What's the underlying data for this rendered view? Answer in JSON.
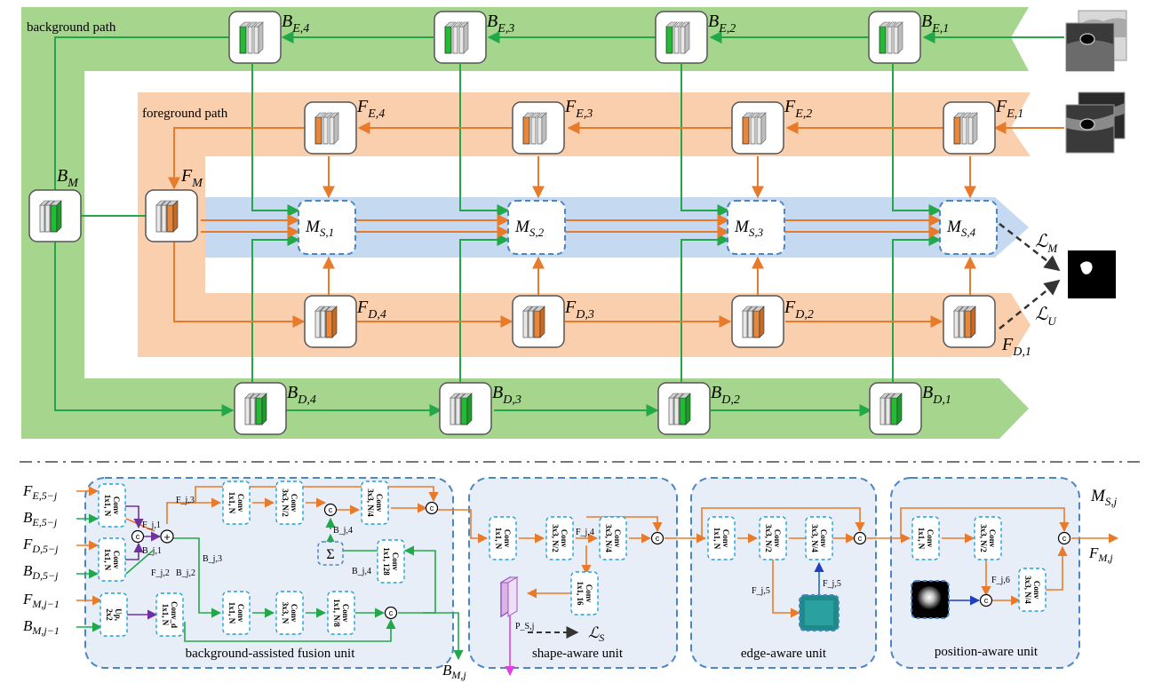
{
  "colors": {
    "green_band": "#a6d58e",
    "orange_band": "#f9cfae",
    "blue_band": "#c5d9f1",
    "green_arrow": "#22a84a",
    "orange_arrow": "#e87b2b",
    "purple_arrow": "#7030a0",
    "magenta_arrow": "#e040e0",
    "blue_arrow": "#1f3fbf",
    "dashed_border": "#4a86c8",
    "panel_fill": "#e8eef8"
  },
  "paths": {
    "background": "background path",
    "foreground": "foreground path"
  },
  "top_diagram": {
    "bg_encoders": [
      {
        "base": "B",
        "sub": "E,4"
      },
      {
        "base": "B",
        "sub": "E,3"
      },
      {
        "base": "B",
        "sub": "E,2"
      },
      {
        "base": "B",
        "sub": "E,1"
      }
    ],
    "fg_encoders": [
      {
        "base": "F",
        "sub": "E,4"
      },
      {
        "base": "F",
        "sub": "E,3"
      },
      {
        "base": "F",
        "sub": "E,2"
      },
      {
        "base": "F",
        "sub": "E,1"
      }
    ],
    "fusion": [
      {
        "base": "M",
        "sub": "S,1"
      },
      {
        "base": "M",
        "sub": "S,2"
      },
      {
        "base": "M",
        "sub": "S,3"
      },
      {
        "base": "M",
        "sub": "S,4"
      }
    ],
    "fg_decoders": [
      {
        "base": "F",
        "sub": "D,4"
      },
      {
        "base": "F",
        "sub": "D,3"
      },
      {
        "base": "F",
        "sub": "D,2"
      },
      {
        "base": "F",
        "sub": "D,1"
      }
    ],
    "bg_decoders": [
      {
        "base": "B",
        "sub": "D,4"
      },
      {
        "base": "B",
        "sub": "D,3"
      },
      {
        "base": "B",
        "sub": "D,2"
      },
      {
        "base": "B",
        "sub": "D,1"
      }
    ],
    "bm": {
      "base": "B",
      "sub": "M"
    },
    "fm": {
      "base": "F",
      "sub": "M"
    },
    "loss_m": {
      "base": "ℒ",
      "sub": "M"
    },
    "loss_u": {
      "base": "ℒ",
      "sub": "U"
    }
  },
  "bottom_diagram": {
    "module_label": {
      "base": "M",
      "sub": "S,j"
    },
    "inputs": [
      {
        "base": "F",
        "sub": "E,5−j"
      },
      {
        "base": "B",
        "sub": "E,5−j"
      },
      {
        "base": "F",
        "sub": "D,5−j"
      },
      {
        "base": "B",
        "sub": "D,5−j"
      },
      {
        "base": "F",
        "sub": "M,j−1"
      },
      {
        "base": "B",
        "sub": "M,j−1"
      }
    ],
    "output_f": {
      "base": "F",
      "sub": "M,j"
    },
    "output_b": {
      "base": "B",
      "sub": "M,j"
    },
    "unit_titles": {
      "fusion": "background-assisted fusion unit",
      "shape": "shape-aware unit",
      "edge": "edge-aware unit",
      "position": "position-aware unit"
    },
    "conv_labels": {
      "c1": "Conv 1x1, N",
      "c2": "Conv 1x1, N",
      "up": "Up, 2x2",
      "cd": "Conv_d 1x1, N",
      "a1": "Conv 1x1, N",
      "a2": "Conv 3x3, N/2",
      "a3": "Conv 3x3, N/4",
      "g1": "Conv 1x1, N",
      "g2": "Conv 3x3, N",
      "g3": "Conv 1x1, N/8",
      "g4": "Conv 1x1, 128",
      "s1": "Conv 1x1, N",
      "s2": "Conv 3x3, N/2",
      "s3": "Conv 3x3, N/4",
      "s4": "Conv 1x1, 16",
      "e1": "Conv 1x1, N",
      "e2": "Conv 3x3, N/2",
      "e3": "Conv 3x3, N/4",
      "p1": "Conv 1x1, N",
      "p2": "Conv 3x3, N/2",
      "p3": "Conv 3x3, N/4"
    },
    "feature_labels": {
      "fj1": "F_j,1",
      "bj1": "B_j,1",
      "fj2": "F_j,2",
      "bj2": "B_j,2",
      "fj3": "F_j,3",
      "bj3": "B_j,3",
      "bj4": "B_j,4",
      "bj4t": "B_j,4",
      "fj4": "F_j,4",
      "fj5": "F_j,5",
      "fj5t": "F_j,5",
      "fj6": "F_j,6",
      "psj": "P_S,j"
    },
    "sigmoid_symbol": "Σ",
    "concat_symbol": "c",
    "plus_symbol": "+",
    "loss_s": {
      "base": "ℒ",
      "sub": "S"
    }
  }
}
